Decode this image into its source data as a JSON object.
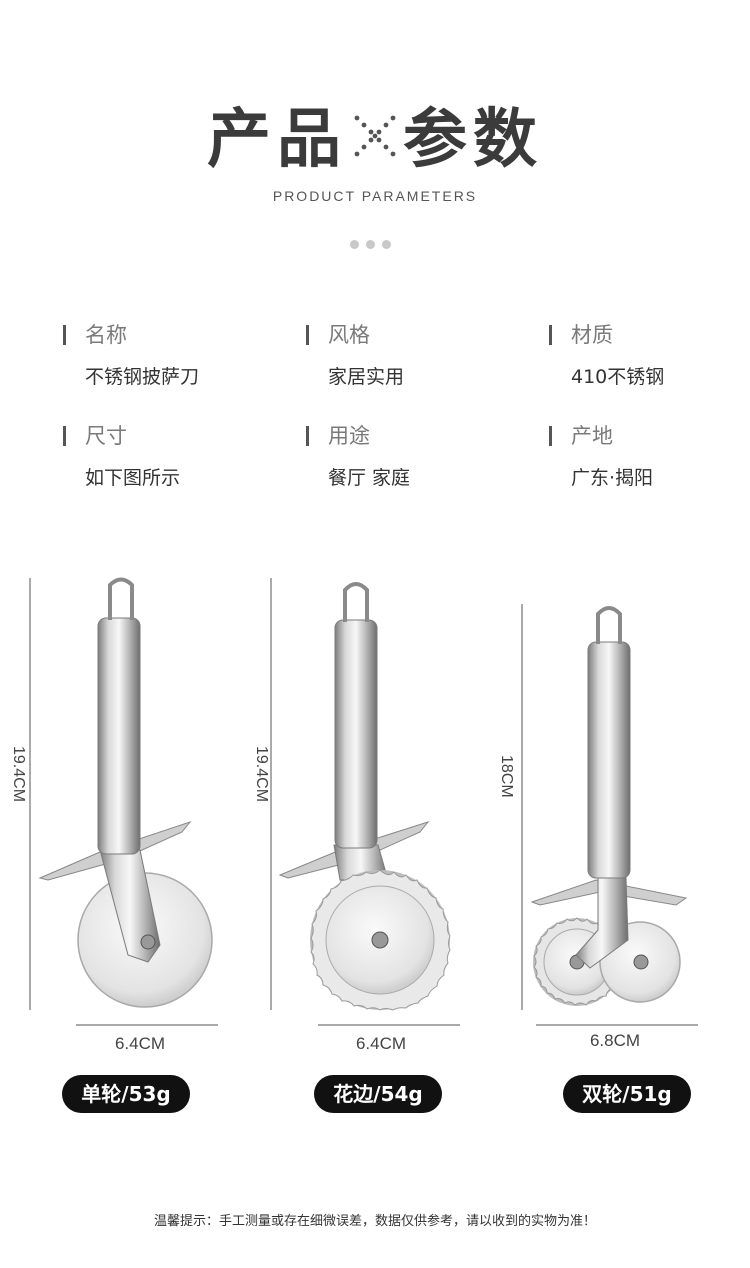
{
  "header": {
    "title_left": "产品",
    "title_right": "参数",
    "subtitle": "PRODUCT PARAMETERS"
  },
  "params": [
    {
      "label": "名称",
      "value": "不锈钢披萨刀"
    },
    {
      "label": "风格",
      "value": "家居实用"
    },
    {
      "label": "材质",
      "value": "410不锈钢"
    },
    {
      "label": "尺寸",
      "value": "如下图所示"
    },
    {
      "label": "用途",
      "value": "餐厅 家庭"
    },
    {
      "label": "产地",
      "value": "广东·揭阳"
    }
  ],
  "products": [
    {
      "height": "19.4CM",
      "width": "6.4CM",
      "badge": "单轮/53g"
    },
    {
      "height": "19.4CM",
      "width": "6.4CM",
      "badge": "花边/54g"
    },
    {
      "height": "18CM",
      "width": "6.8CM",
      "badge": "双轮/51g"
    }
  ],
  "footer": {
    "note": "温馨提示：手工测量或存在细微误差，数据仅供参考，请以收到的实物为准！"
  },
  "colors": {
    "title": "#3b3b3b",
    "badge_bg": "#111111",
    "steel_light": "#e8e8e8",
    "steel_dark": "#8a8a8a"
  }
}
